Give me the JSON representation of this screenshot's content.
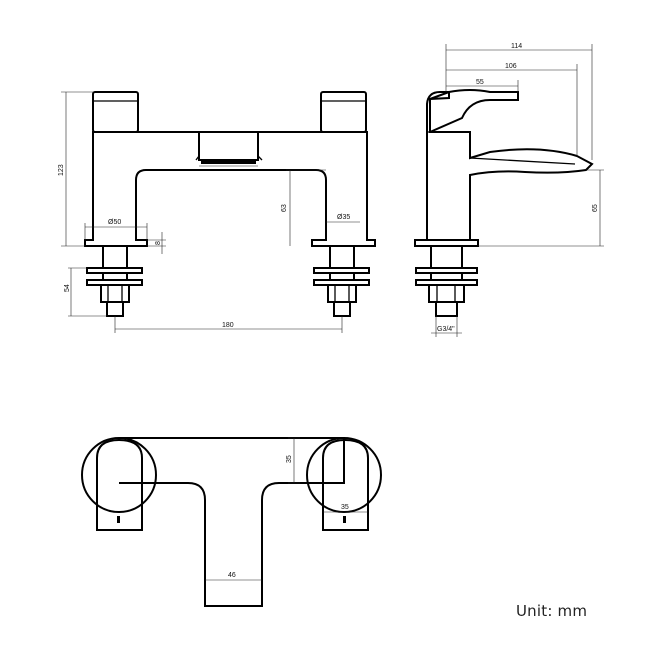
{
  "dimensions": {
    "height_total": "123",
    "base_to_top": "54",
    "centers": "180",
    "body_height": "63",
    "base_dia_left": "Ø50",
    "plate_thickness": "8",
    "base_dia_right": "Ø35",
    "side_depth": "114",
    "spout_reach": "106",
    "handle_depth": "55",
    "spout_height": "65",
    "thread": "G3/4\"",
    "top_depth": "35",
    "top_handle_width": "35",
    "spout_width": "46"
  },
  "unit_label": "Unit: mm"
}
